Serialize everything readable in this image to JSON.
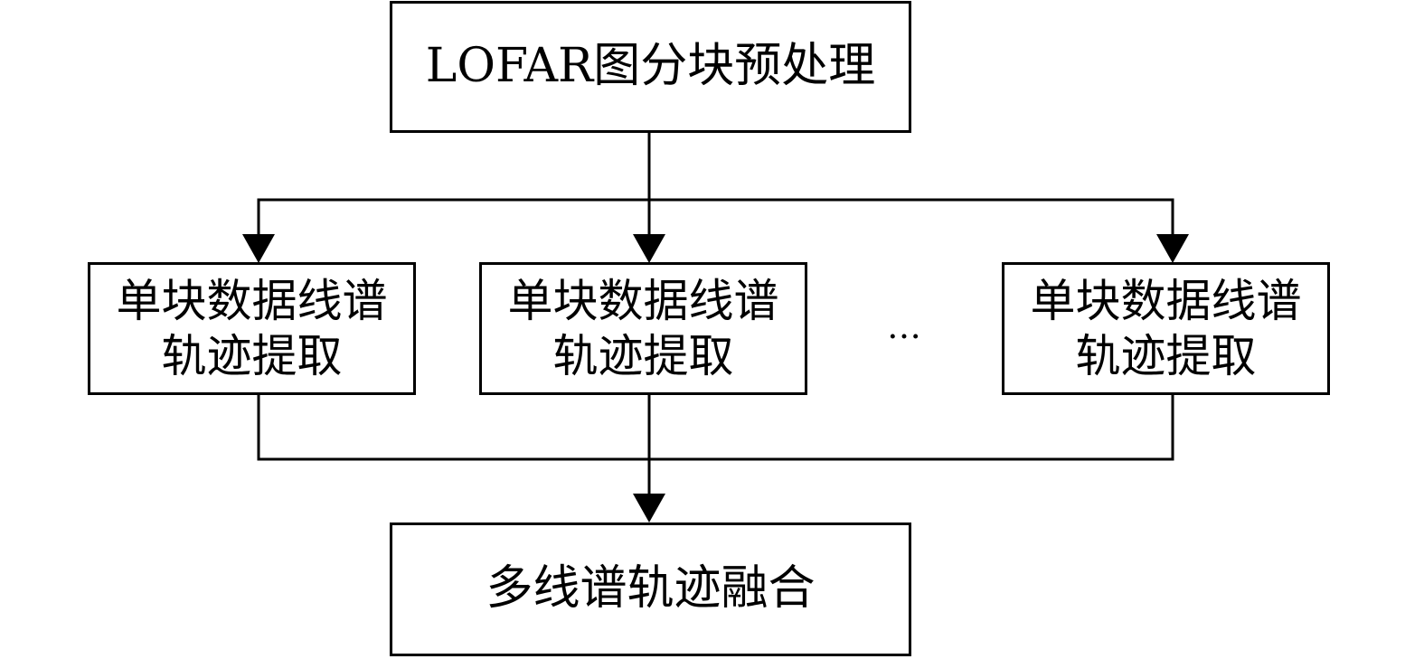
{
  "nodes": {
    "top": {
      "text": "LOFAR图分块预处理"
    },
    "mid": [
      {
        "line1": "单块数据线谱",
        "line2": "轨迹提取"
      },
      {
        "line1": "单块数据线谱",
        "line2": "轨迹提取"
      },
      {
        "line1": "单块数据线谱",
        "line2": "轨迹提取"
      }
    ],
    "ellipsis": "…",
    "bottom": {
      "text": "多线谱轨迹融合"
    }
  },
  "colors": {
    "stroke": "#000000",
    "background": "#ffffff"
  }
}
